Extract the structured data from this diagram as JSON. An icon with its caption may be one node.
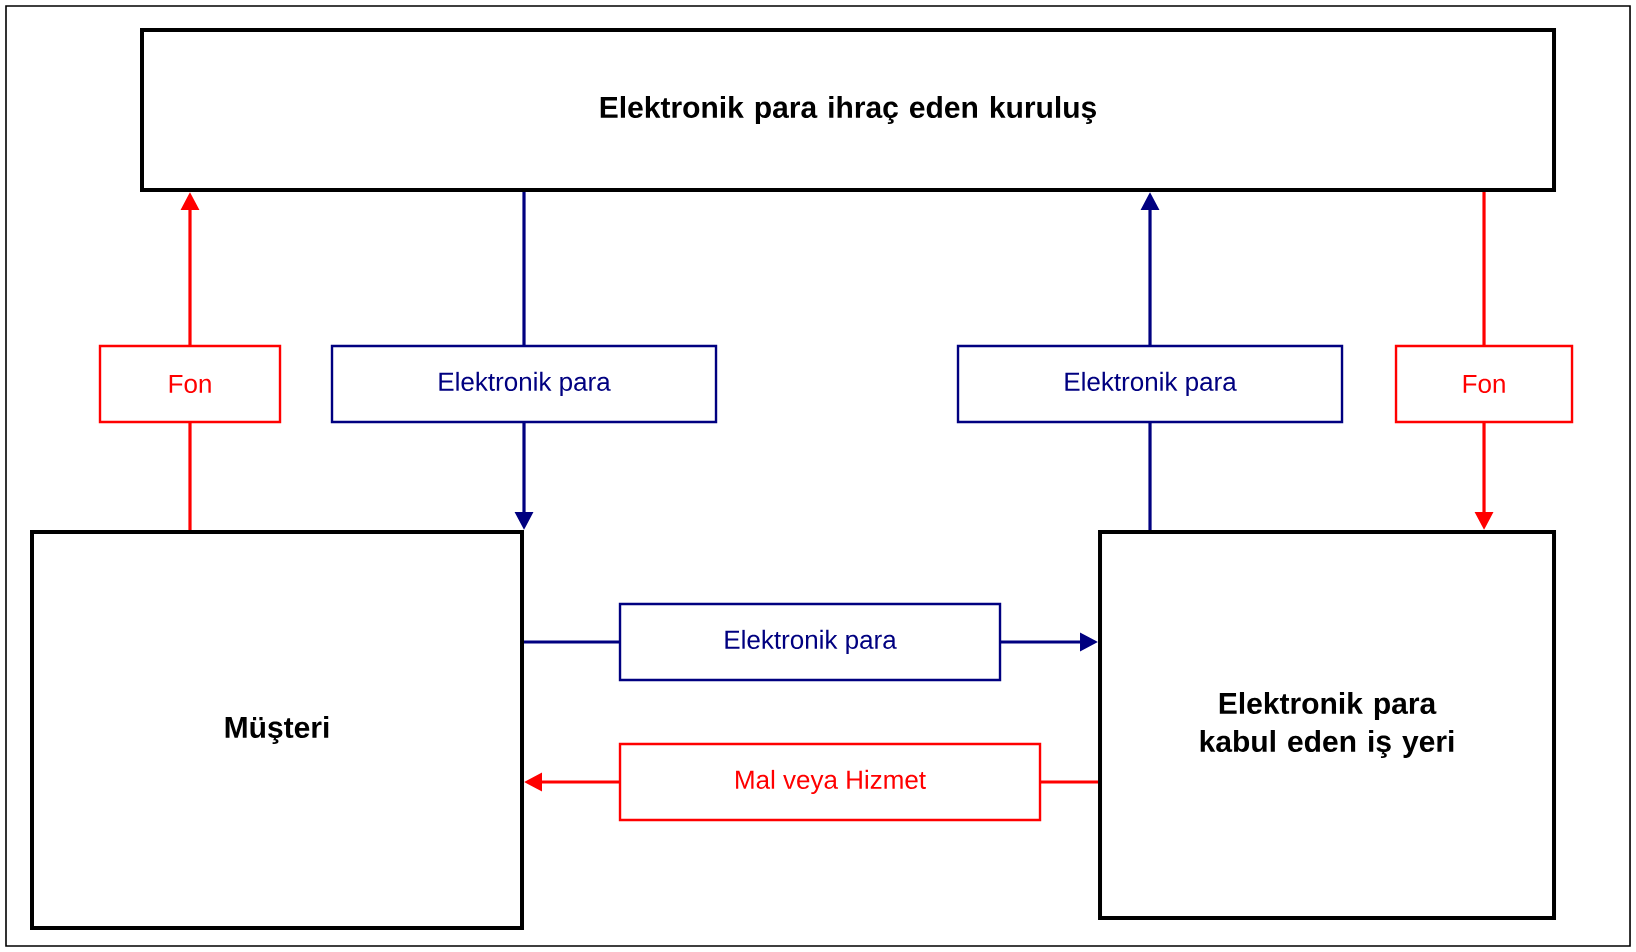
{
  "diagram": {
    "nodes": [
      {
        "text": [
          "Elektronik para ihraç eden kuruluş"
        ]
      },
      {
        "text": [
          "Müşteri"
        ]
      },
      {
        "text": [
          "Elektronik para kabul eden iş yeri"
        ]
      }
    ],
    "edges": [
      {
        "from": 1,
        "to": 0,
        "arrow": "to",
        "label": "Fon",
        "color": "#ff0000"
      },
      {
        "from": 0,
        "to": 1,
        "arrow": "to",
        "label": "Elektronik para",
        "color": "#000080"
      },
      {
        "from": 2,
        "to": 0,
        "arrow": "to",
        "label": "Elektronik para",
        "color": "#000080"
      },
      {
        "from": 0,
        "to": 2,
        "arrow": "to",
        "label": "Fon",
        "color": "#ff0000"
      },
      {
        "from": 1,
        "to": 2,
        "arrow": "to",
        "label": "Elektronik para",
        "color": "#000080"
      },
      {
        "from": 2,
        "to": 1,
        "arrow": "to",
        "label": "Mal veya Hizmet",
        "color": "#ff0000"
      }
    ]
  }
}
